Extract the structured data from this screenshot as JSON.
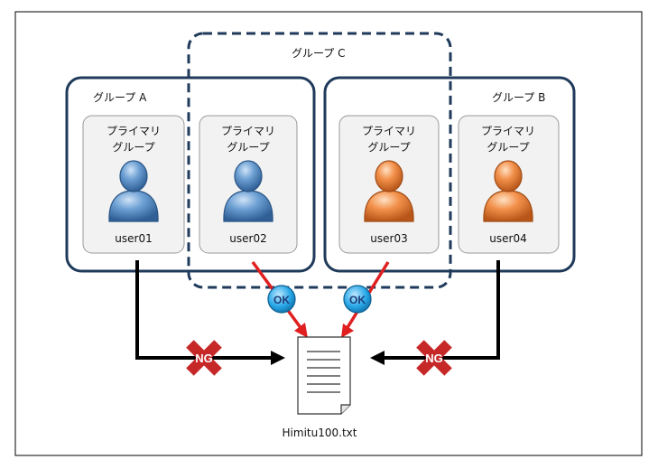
{
  "groups": {
    "a": {
      "label": "グループ A"
    },
    "b": {
      "label": "グループ B"
    },
    "c": {
      "label": "グループ C"
    }
  },
  "users": [
    {
      "primary_label_line1": "プライマリ",
      "primary_label_line2": "グループ",
      "name": "user01",
      "color": "#5b8fc7"
    },
    {
      "primary_label_line1": "プライマリ",
      "primary_label_line2": "グループ",
      "name": "user02",
      "color": "#5b8fc7"
    },
    {
      "primary_label_line1": "プライマリ",
      "primary_label_line2": "グループ",
      "name": "user03",
      "color": "#f0893a"
    },
    {
      "primary_label_line1": "プライマリ",
      "primary_label_line2": "グループ",
      "name": "user04",
      "color": "#f0893a"
    }
  ],
  "badges": {
    "ok_left": "OK",
    "ok_right": "OK",
    "ng_left": "NG",
    "ng_right": "NG"
  },
  "file": {
    "name": "Himitu100.txt"
  },
  "colors": {
    "group_border": "#1f3a5a",
    "user_box_fill": "#f2f2f2",
    "user_box_border": "#999999",
    "arrow_black": "#000000",
    "arrow_red": "#e02020",
    "ok_fill": "#29a8e8",
    "ng_fill": "#c62828"
  }
}
